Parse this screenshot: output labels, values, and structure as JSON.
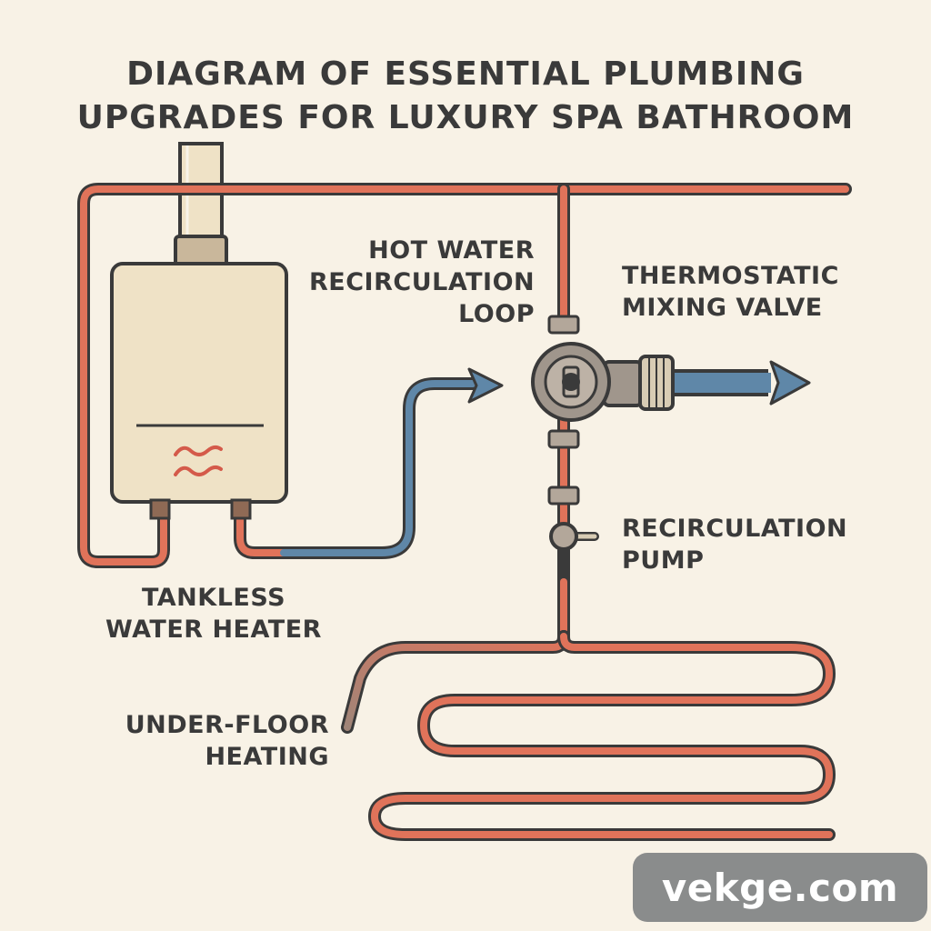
{
  "title": {
    "line1": "DIAGRAM OF ESSENTIAL PLUMBING",
    "line2": "UPGRADES FOR LUXURY SPA BATHROOM"
  },
  "labels": {
    "hot_water_loop": [
      "HOT WATER",
      "RECIRCULATION",
      "LOOP"
    ],
    "thermostatic_valve": [
      "THERMOSTATIC",
      "MIXING VALVE"
    ],
    "recirculation_pump": [
      "RECIRCULATION",
      "PUMP"
    ],
    "tankless_heater": [
      "TANKLESS",
      "WATER HEATER"
    ],
    "under_floor_heating": [
      "UNDER-FLOOR",
      "HEATING"
    ]
  },
  "watermark": "vekge.com",
  "colors": {
    "background": "#f8f2e6",
    "hot_pipe": "#e0735a",
    "cold_pipe": "#5f87a8",
    "outline": "#3a3a3a",
    "heater_body": "#efe2c6",
    "fitting": "#b3a79a",
    "text": "#3a3a3a"
  },
  "icons": {
    "heater_symbol": "heat-wave-icon",
    "flow_arrow": "arrow-right-icon"
  }
}
